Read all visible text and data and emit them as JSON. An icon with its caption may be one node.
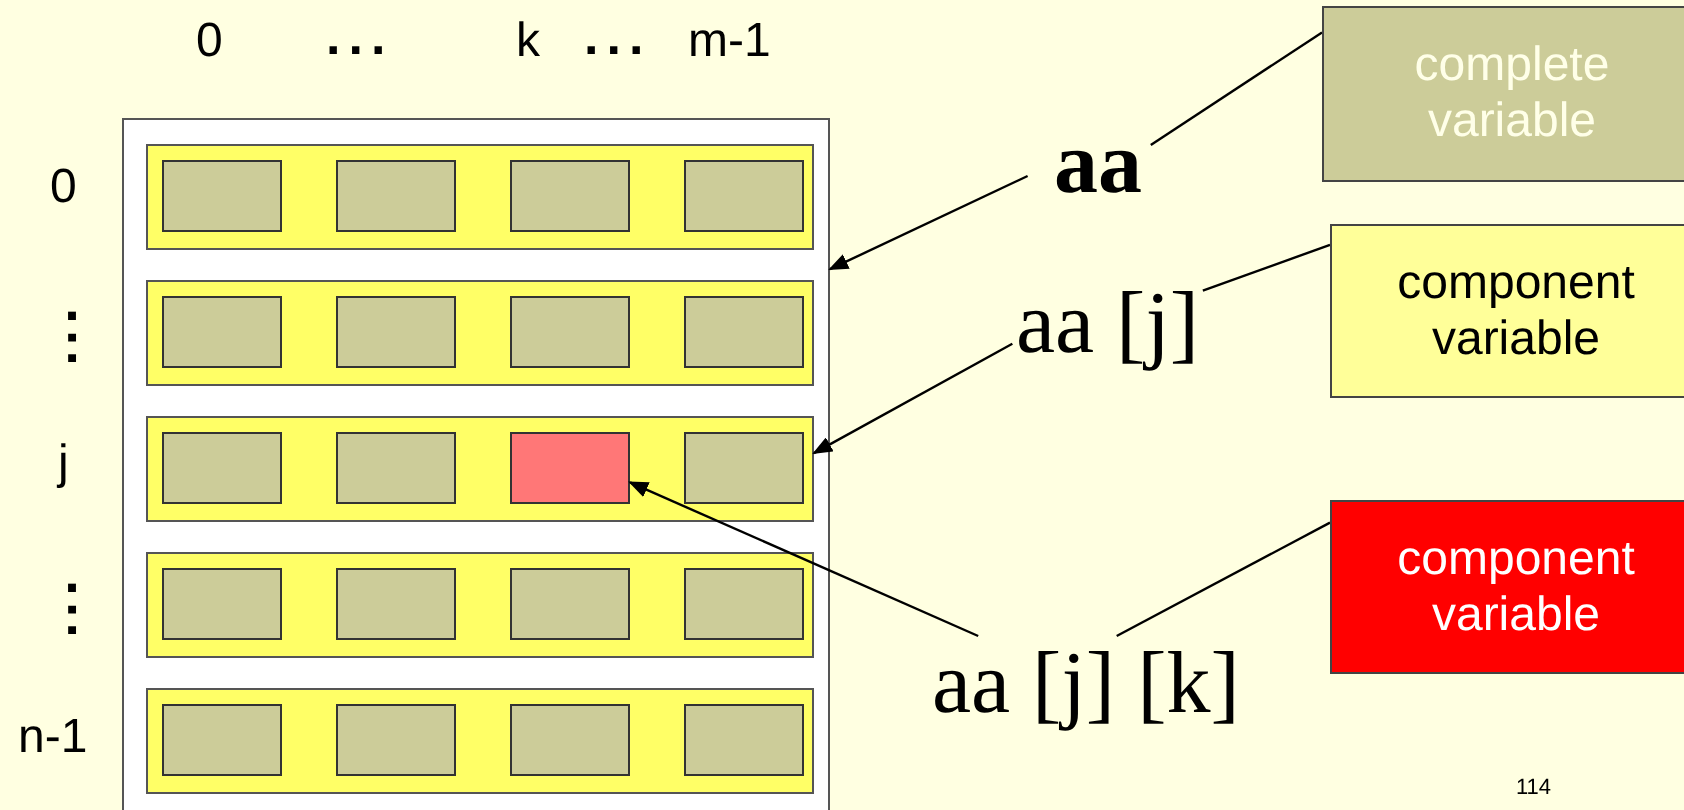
{
  "diagram": {
    "nodes": [
      {
        "text": [],
        "shape": "box"
      },
      {
        "text": [],
        "shape": "bar",
        "in": 0
      },
      {
        "text": [],
        "shape": "bar",
        "in": 0
      },
      {
        "text": [],
        "shape": "bar",
        "in": 0
      },
      {
        "text": [],
        "shape": "bar",
        "in": 0
      },
      {
        "text": [],
        "shape": "bar",
        "in": 0
      },
      {
        "text": [],
        "shape": "box",
        "in": 1
      },
      {
        "text": [],
        "shape": "box",
        "in": 1
      },
      {
        "text": [],
        "shape": "box",
        "in": 1
      },
      {
        "text": [],
        "shape": "box",
        "in": 1
      },
      {
        "text": [],
        "shape": "box",
        "in": 2
      },
      {
        "text": [],
        "shape": "box",
        "in": 2
      },
      {
        "text": [],
        "shape": "box",
        "in": 2
      },
      {
        "text": [],
        "shape": "box",
        "in": 2
      },
      {
        "text": [],
        "shape": "box",
        "in": 3
      },
      {
        "text": [],
        "shape": "box",
        "in": 3
      },
      {
        "text": [],
        "shape": "box",
        "in": 3
      },
      {
        "text": [],
        "shape": "box",
        "in": 3
      },
      {
        "text": [],
        "shape": "box",
        "in": 4
      },
      {
        "text": [],
        "shape": "box",
        "in": 4
      },
      {
        "text": [],
        "shape": "box",
        "in": 4
      },
      {
        "text": [],
        "shape": "box",
        "in": 4
      },
      {
        "text": [],
        "shape": "box",
        "in": 5
      },
      {
        "text": [],
        "shape": "box",
        "in": 5
      },
      {
        "text": [],
        "shape": "box",
        "in": 5
      },
      {
        "text": [],
        "shape": "box",
        "in": 5
      },
      {
        "text": [
          "aa"
        ]
      },
      {
        "text": [
          "aa [j]"
        ]
      },
      {
        "text": [
          "aa [j] [k]"
        ]
      },
      {
        "text": [
          "complete variable"
        ]
      },
      {
        "text": [
          "component variable"
        ]
      },
      {
        "text": [
          "component variable"
        ]
      }
    ],
    "edges": [
      {
        "from": 26,
        "to": 0,
        "arrow": "to"
      },
      {
        "from": 26,
        "to": 29,
        "arrow": "none"
      },
      {
        "from": 27,
        "to": 3,
        "arrow": "to"
      },
      {
        "from": 27,
        "to": 30,
        "arrow": "none"
      },
      {
        "from": 28,
        "to": 16,
        "arrow": "to"
      },
      {
        "from": 28,
        "to": 31,
        "arrow": "none"
      }
    ],
    "labels": [
      "0",
      "...",
      "k",
      "...",
      "m-1",
      "0",
      ". :",
      "j",
      ". :",
      "n-1",
      "114"
    ]
  }
}
